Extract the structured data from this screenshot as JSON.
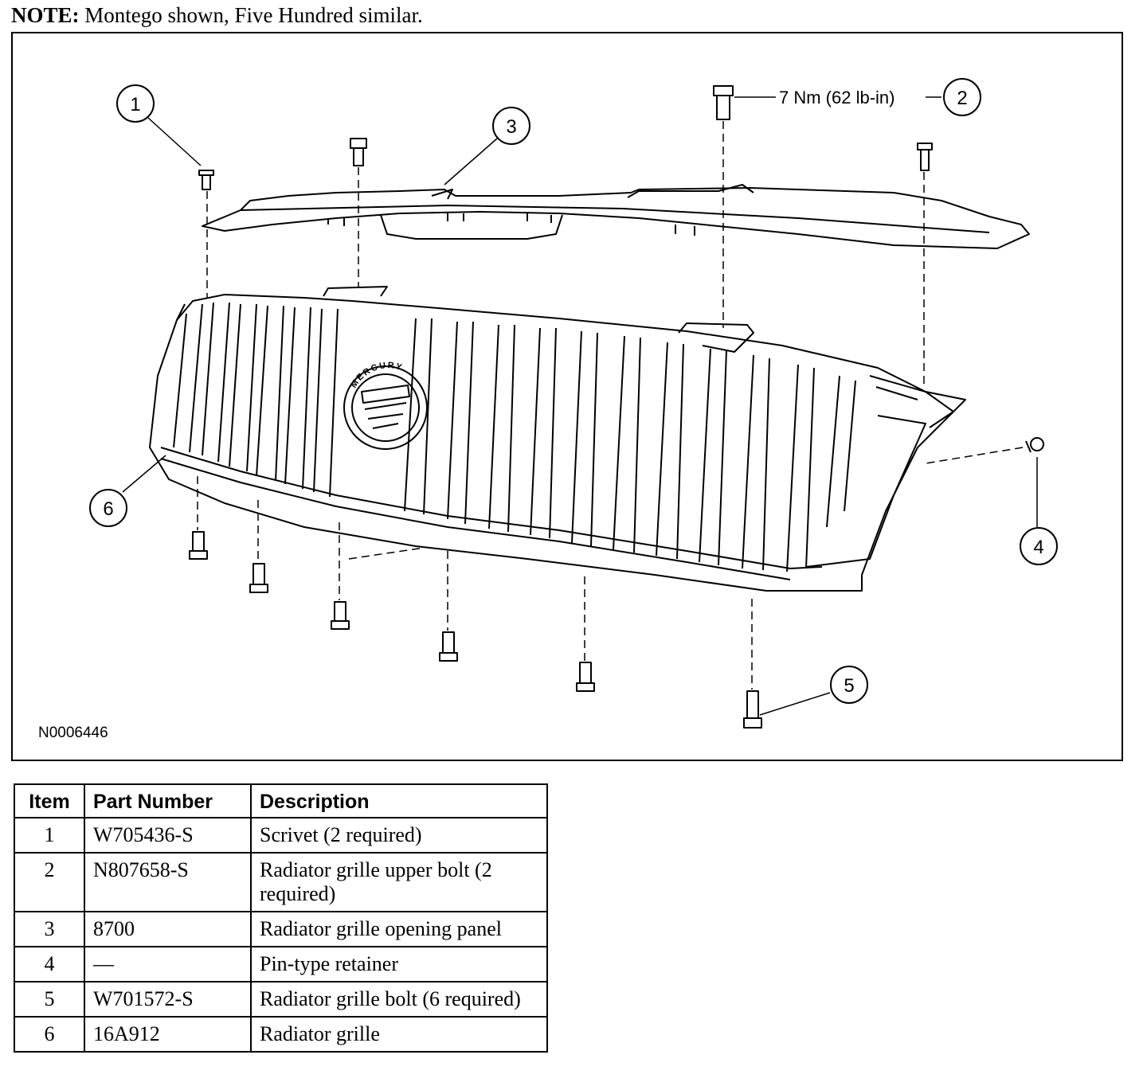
{
  "note": {
    "label": "NOTE:",
    "text": "Montego shown, Five Hundred similar."
  },
  "diagram": {
    "figure_id": "N0006446",
    "torque_spec": "7 Nm (62 lb-in)",
    "callouts": [
      "1",
      "2",
      "3",
      "4",
      "5",
      "6"
    ],
    "emblem_text": "MERCURY"
  },
  "table": {
    "headers": {
      "item": "Item",
      "part_number": "Part Number",
      "description": "Description"
    },
    "rows": [
      {
        "item": "1",
        "part_number": "W705436-S",
        "description": "Scrivet (2 required)"
      },
      {
        "item": "2",
        "part_number": "N807658-S",
        "description": "Radiator grille upper bolt (2 required)"
      },
      {
        "item": "3",
        "part_number": "8700",
        "description": "Radiator grille opening panel"
      },
      {
        "item": "4",
        "part_number": "—",
        "description": "Pin-type retainer"
      },
      {
        "item": "5",
        "part_number": "W701572-S",
        "description": "Radiator grille bolt (6 required)"
      },
      {
        "item": "6",
        "part_number": "16A912",
        "description": "Radiator grille"
      }
    ]
  }
}
